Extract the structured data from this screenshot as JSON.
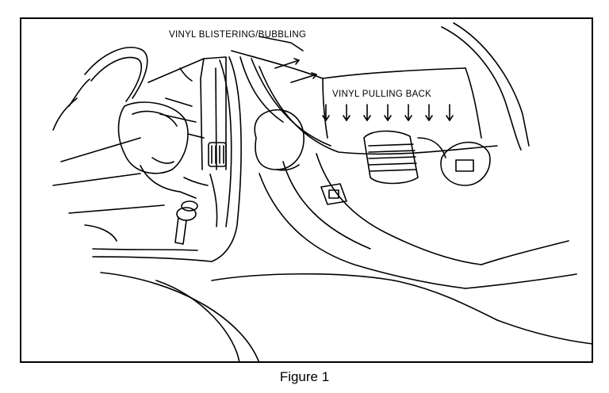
{
  "labels": {
    "blistering": "VINYL BLISTERING/BUBBLING",
    "pulling_back": "VINYL PULLING BACK"
  },
  "caption": "Figure 1",
  "colors": {
    "ink": "#000000",
    "paper": "#ffffff"
  },
  "icons": {
    "steering_wheel": "steering-wheel-icon",
    "center_vent": "center-vent-icon",
    "side_vent": "side-vent-icon",
    "glovebox_latch": "glovebox-latch-icon",
    "shift_lever": "shift-lever-icon"
  }
}
